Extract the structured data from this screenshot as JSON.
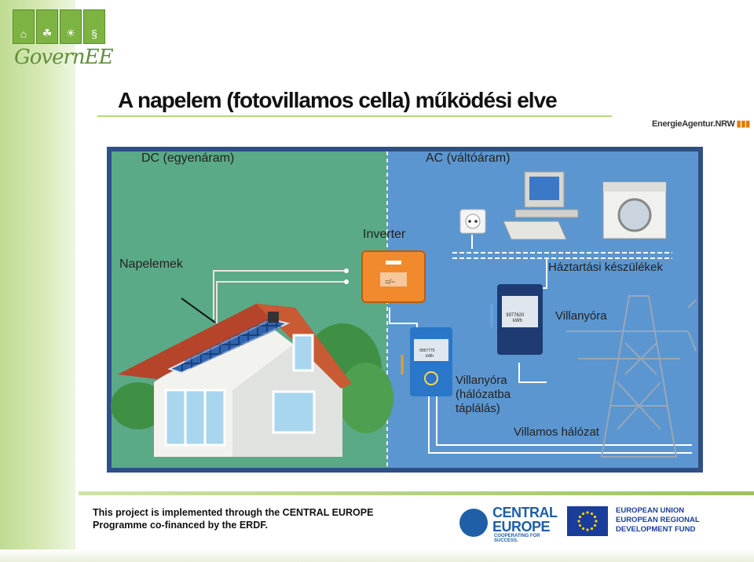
{
  "header": {
    "logo_text": "GovernEE",
    "logo_tiles": [
      "⌂",
      "☘",
      "☀",
      "§"
    ],
    "title": "A napelem (fotovillamos cella) működési elve",
    "agency_logo": "EnergieAgentur.NRW"
  },
  "diagram": {
    "dc_label": "DC (egyenáram)",
    "ac_label": "AC (váltóáram)",
    "inverter_label": "Inverter",
    "panels_label": "Napelemek",
    "appliances_label": "Háztartási készülékek",
    "meter_label": "Villanyóra",
    "feed_meter_label_1": "Villanyóra",
    "feed_meter_label_2": "(hálózatba",
    "feed_meter_label_3": "táplálás)",
    "grid_label": "Villamos hálózat",
    "inverter_symbol": "=/~",
    "meter_unit": "kWh",
    "meter_reading_1": "3977620",
    "meter_reading_2": "0057770",
    "colors": {
      "dc_bg": "#5aaa87",
      "ac_bg": "#5b96d0",
      "frame": "#2f4f86"
    }
  },
  "footer": {
    "line1": "This project is implemented through the CENTRAL EUROPE",
    "line2": "Programme co-financed by the ERDF.",
    "ce_logo_line1": "CENTRAL",
    "ce_logo_line2": "EUROPE",
    "ce_tagline": "COOPERATING FOR SUCCESS.",
    "eu_line1": "EUROPEAN UNION",
    "eu_line2": "EUROPEAN REGIONAL",
    "eu_line3": "DEVELOPMENT FUND"
  }
}
